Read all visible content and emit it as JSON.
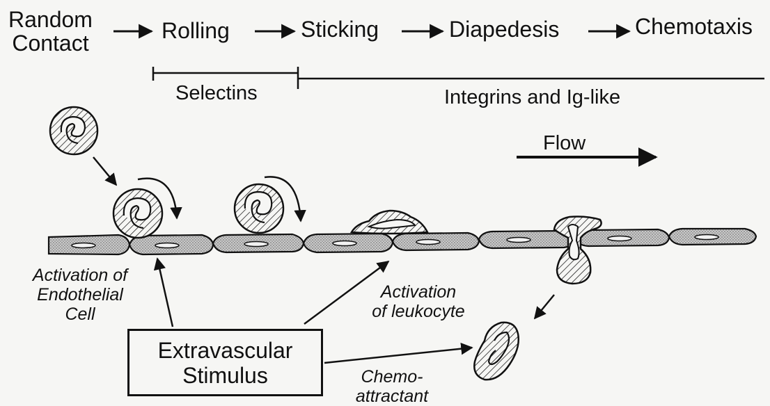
{
  "stages": {
    "random_contact_line1": "Random",
    "random_contact_line2": "Contact",
    "rolling": "Rolling",
    "sticking": "Sticking",
    "diapedesis": "Diapedesis",
    "chemotaxis": "Chemotaxis"
  },
  "molecules": {
    "selectins": "Selectins",
    "integrins": "Integrins and Ig-like"
  },
  "flow_label": "Flow",
  "annotations": {
    "endothelial_line1": "Activation of",
    "endothelial_line2": "Endothelial",
    "endothelial_line3": "Cell",
    "leukocyte_line1": "Activation",
    "leukocyte_line2": "of leukocyte",
    "chemo_line1": "Chemo-",
    "chemo_line2": "attractant"
  },
  "stimulus": {
    "line1": "Extravascular",
    "line2": "Stimulus"
  },
  "colors": {
    "ink": "#111111",
    "background": "#f6f6f4",
    "endothelium_fill": "#bdbdbd"
  }
}
